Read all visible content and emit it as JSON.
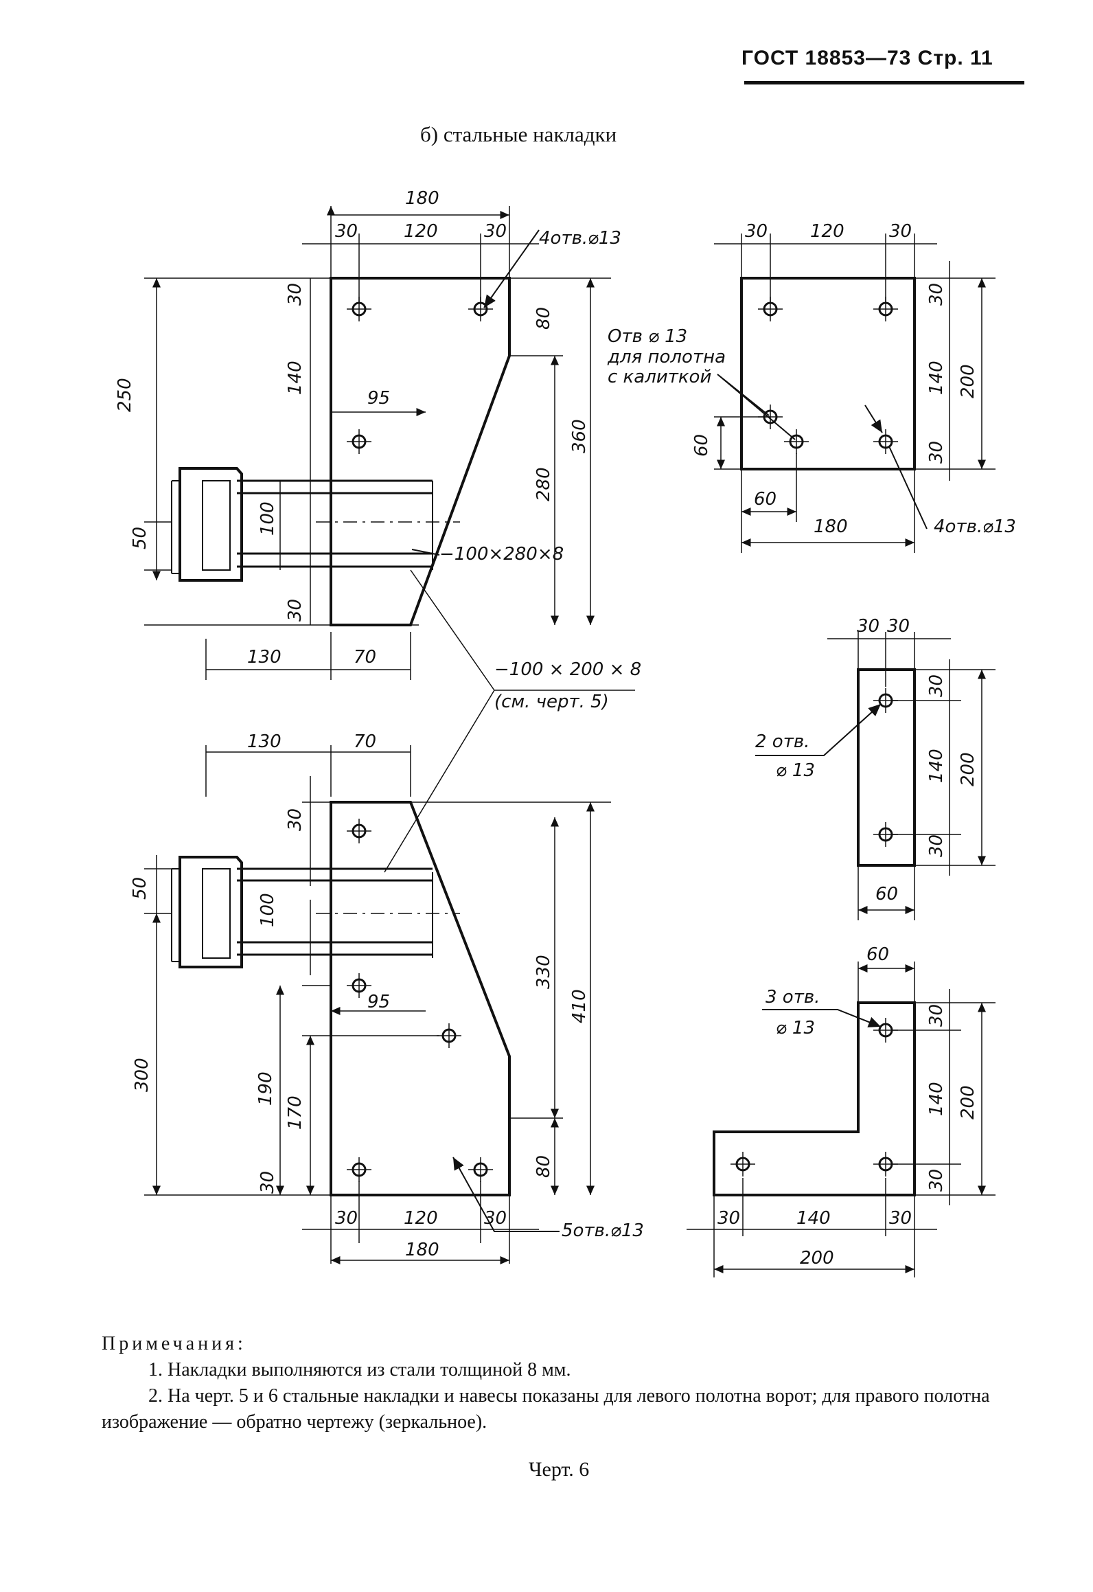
{
  "header": {
    "standard": "ГОСТ 18853—73 Стр. 11"
  },
  "subtitle": "б)   стальные накладки",
  "drawing": {
    "top_left": {
      "dims": [
        "180",
        "30",
        "120",
        "30",
        "250",
        "30",
        "140",
        "80",
        "95",
        "360",
        "280",
        "100",
        "50",
        "30",
        "130",
        "70"
      ],
      "callout_holes": "4отв.⌀13",
      "callout_plate": "−100×280×8"
    },
    "shared_callout": {
      "line1": "−100 × 200 × 8",
      "line2": "(см. черт. 5)"
    },
    "bottom_left": {
      "dims": [
        "130",
        "70",
        "30",
        "50",
        "100",
        "330",
        "410",
        "95",
        "300",
        "190",
        "170",
        "80",
        "30",
        "30",
        "120",
        "30",
        "180"
      ],
      "callout_holes": "5отв.⌀13"
    },
    "top_right": {
      "dims": [
        "30",
        "120",
        "30",
        "30",
        "140",
        "200",
        "60",
        "30",
        "60",
        "180"
      ],
      "callout_gate": [
        "Отв  ⌀ 13",
        "для полотна",
        "с калиткой"
      ],
      "callout_holes": "4отв.⌀13"
    },
    "mid_right": {
      "dims": [
        "30",
        "30",
        "30",
        "140",
        "200",
        "30",
        "60"
      ],
      "callout_holes": [
        "2 отв.",
        "⌀ 13"
      ]
    },
    "bottom_right": {
      "dims": [
        "60",
        "30",
        "140",
        "200",
        "30",
        "30",
        "140",
        "30",
        "200"
      ],
      "callout_holes": [
        "3 отв.",
        "⌀ 13"
      ]
    }
  },
  "notes": {
    "heading": "Примечания:",
    "items": [
      "1. Накладки выполняются из стали толщиной 8 мм.",
      "2. На черт. 5 и 6 стальные накладки и навесы показаны для левого полотна ворот; для правого полотна изображение — обратно чертежу (зеркальное)."
    ]
  },
  "caption": "Черт.  6"
}
